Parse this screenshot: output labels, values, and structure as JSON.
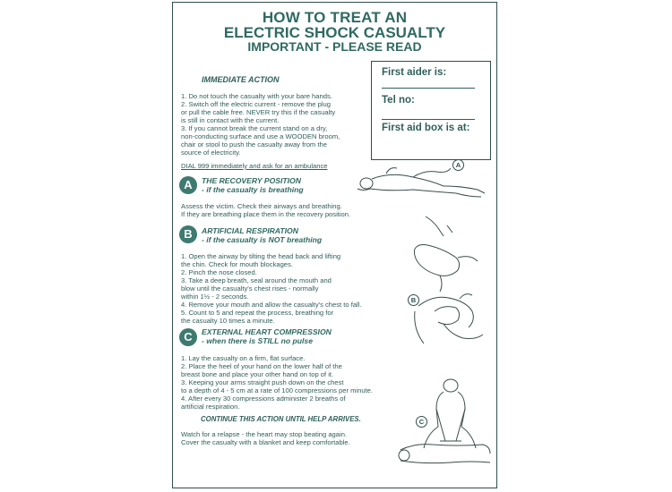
{
  "title": {
    "line1": "HOW TO TREAT AN",
    "line2": "ELECTRIC SHOCK CASUALTY",
    "line3": "IMPORTANT - PLEASE READ"
  },
  "immediate": {
    "heading": "IMMEDIATE ACTION",
    "text": "1. Do not touch the casualty with your bare hands.\n2. Switch off the electric current - remove the plug\nor pull the cable free. NEVER try this if the casualty\nis still in contact with the current.\n3. If you cannot break the current stand on a dry,\nnon-conducting surface and use a WOODEN broom,\nchair or stool to push the casualty away from the\nsource of electricity.",
    "dial": "DIAL 999 immediately and ask for an ambulance"
  },
  "info_box": {
    "first_aider": "First aider is:",
    "tel": "Tel no:",
    "first_aid_box": "First aid box is at:"
  },
  "sections": [
    {
      "letter": "A",
      "title": "THE RECOVERY POSITION",
      "subtitle": "- if the casualty is breathing",
      "text": "Assess the victim. Check their airways and breathing.\nIf they are breathing place them in the recovery position."
    },
    {
      "letter": "B",
      "title": "ARTIFICIAL RESPIRATION",
      "subtitle": "- if the casualty is NOT breathing",
      "text": "1. Open the airway by tilting the head back and lifting\nthe chin. Check for mouth blockages.\n2. Pinch the nose closed.\n3. Take a deep breath, seal around the mouth and\nblow until the casualty's chest rises - normally\nwithin 1½ - 2 seconds.\n4. Remove your mouth and allow the casualty's chest to fall.\n5. Count to 5 and repeat the process, breathing for\nthe casualty 10 times a minute."
    },
    {
      "letter": "C",
      "title": "EXTERNAL HEART COMPRESSION",
      "subtitle": "- when there is STILL no pulse",
      "text": "1. Lay the casualty on a firm, flat surface.\n2. Place the heel of your hand on the lower half of the\nbreast bone and place your other hand on top of it.\n3. Keeping your arms straight push down on the chest\nto a depth of 4 - 5 cm at a rate of 100 compressions per minute.\n4. After every 30 compressions administer 2 breaths of\nartificial respiration."
    }
  ],
  "continue": "CONTINUE THIS ACTION UNTIL HELP ARRIVES.",
  "watch": "Watch for a relapse - the heart may stop beating again.\nCover the casualty with a blanket and keep comfortable.",
  "colors": {
    "text": "#2f5f58",
    "accent": "#3e7a70",
    "border": "#2f4f49"
  }
}
